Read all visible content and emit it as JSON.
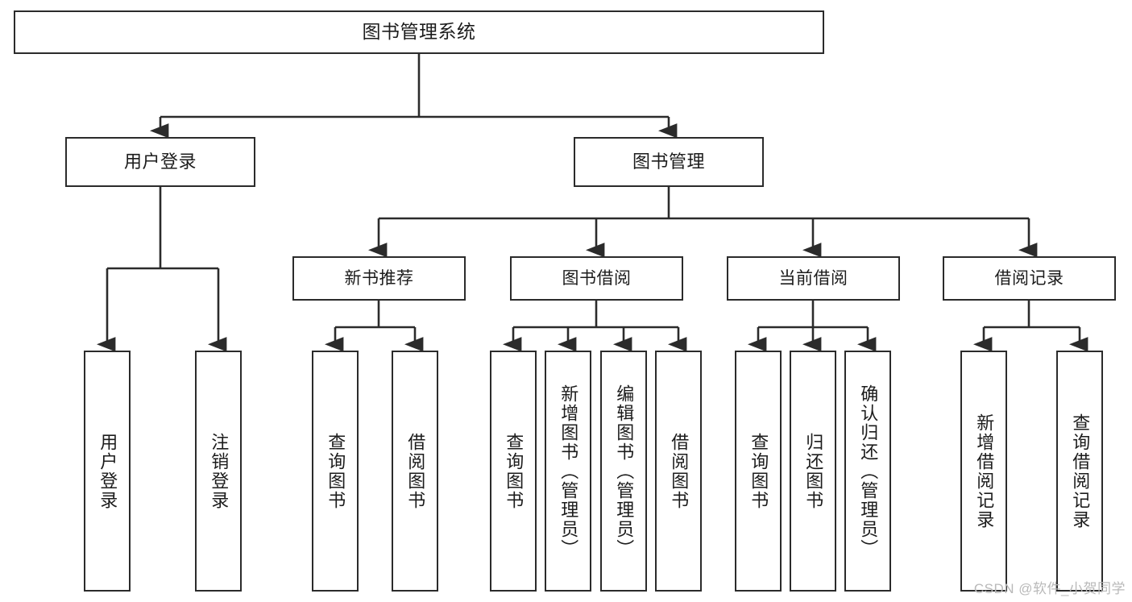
{
  "diagram": {
    "title_text": "图书管理系统",
    "type": "tree-hierarchy-chart",
    "stroke_color": "#2b2b2b",
    "fill_color": "#ffffff",
    "text_color": "#1c1c1c"
  },
  "root": {
    "label": "图书管理系统"
  },
  "level1": [
    {
      "label": "用户登录"
    },
    {
      "label": "图书管理"
    }
  ],
  "level2": [
    {
      "label": "新书推荐"
    },
    {
      "label": "图书借阅"
    },
    {
      "label": "当前借阅"
    },
    {
      "label": "借阅记录"
    }
  ],
  "leaves": {
    "user_login": [
      {
        "label": "用户登录"
      },
      {
        "label": "注销登录"
      }
    ],
    "new_book_recommend": [
      {
        "label": "查询图书"
      },
      {
        "label": "借阅图书"
      }
    ],
    "book_borrow": [
      {
        "label": "查询图书"
      },
      {
        "label": "新增图书（管理员）"
      },
      {
        "label": "编辑图书（管理员）"
      },
      {
        "label": "借阅图书"
      }
    ],
    "current_borrow": [
      {
        "label": "查询图书"
      },
      {
        "label": "归还图书"
      },
      {
        "label": "确认归还（管理员）"
      }
    ],
    "borrow_record": [
      {
        "label": "新增借阅记录"
      },
      {
        "label": "查询借阅记录"
      }
    ]
  },
  "watermark": {
    "text": "CSDN @软件_小贺同学"
  }
}
